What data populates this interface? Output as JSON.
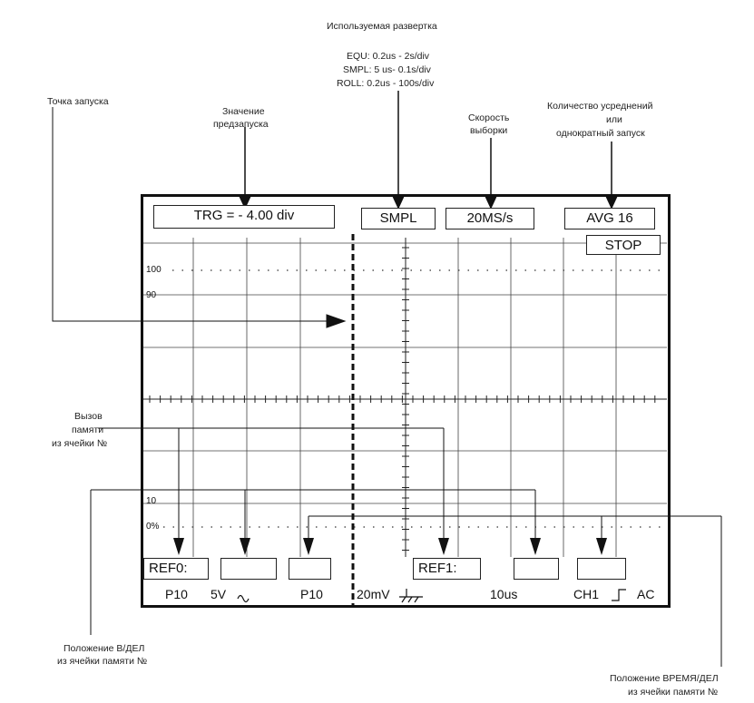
{
  "annotations": {
    "sweep_title": "Используемая развертка",
    "sweep_equ": "EQU: 0.2us - 2s/div",
    "sweep_smpl": "SMPL: 5 us- 0.1s/div",
    "sweep_roll": "ROLL: 0.2us - 100s/div",
    "trigger_point": "Точка запуска",
    "pretrigger_line1": "Значение",
    "pretrigger_line2": "предзапуска",
    "sample_rate_line1": "Скорость",
    "sample_rate_line2": "выборки",
    "averaging_line1": "Количество усреднений",
    "averaging_line2": "или",
    "averaging_line3": "однократный запуск",
    "memory_call_line1": "Вызов",
    "memory_call_line2": "памяти",
    "memory_call_line3": "из ячейки №",
    "vdiv_pos_line1": "Положение В/ДЕЛ",
    "vdiv_pos_line2": "из ячейки памяти №",
    "timediv_pos_line1": "Положение ВРЕМЯ/ДЕЛ",
    "timediv_pos_line2": "из ячейки памяти №"
  },
  "screen": {
    "trg": "TRG = - 4.00 div",
    "mode": "SMPL",
    "rate": "20MS/s",
    "avg": "AVG 16",
    "stop": "STOP",
    "level_100": "100",
    "level_90": "90",
    "level_10": "10",
    "level_0": "0%",
    "ref0": "REF0:",
    "ref1": "REF1:",
    "p10_left": "P10",
    "volt": "5V",
    "p10_mid": "P10",
    "mv": "20mV",
    "time": "10us",
    "ch": "CH1",
    "coupling": "AC"
  }
}
